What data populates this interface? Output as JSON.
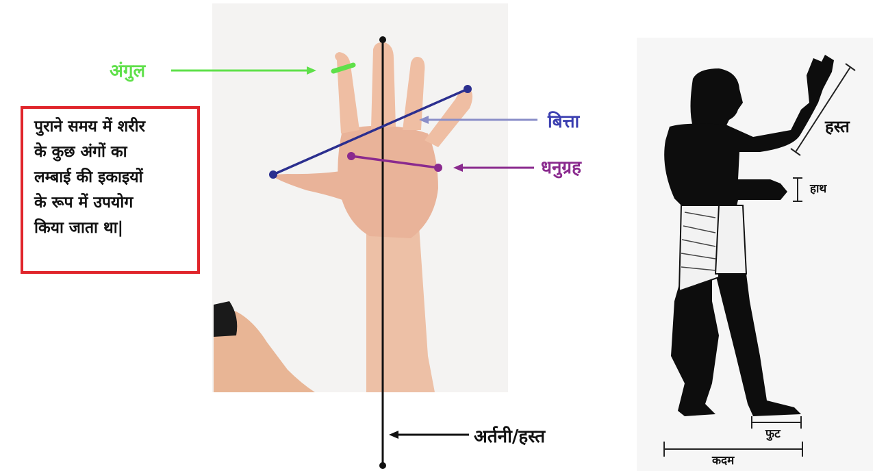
{
  "info_box": {
    "text": "पुराने समय में शरीर\nके कुछ अंगों का\nलम्बाई की इकाइयों\nके रूप में उपयोग\nकिया जाता था|"
  },
  "labels": {
    "angul": "अंगुल",
    "bitta": "बित्ता",
    "dhanugrah": "धनुग्रह",
    "aratni_hast": "अर्तनी/हस्त",
    "hast": "हस्त",
    "haath": "हाथ",
    "foot": "फुट",
    "kadam": "कदम"
  },
  "colors": {
    "angul": "#5fe04a",
    "bitta": "#2b2f8f",
    "dhanugrah": "#8a2a8e",
    "aratni": "#111111",
    "box_border": "#e0252b"
  }
}
